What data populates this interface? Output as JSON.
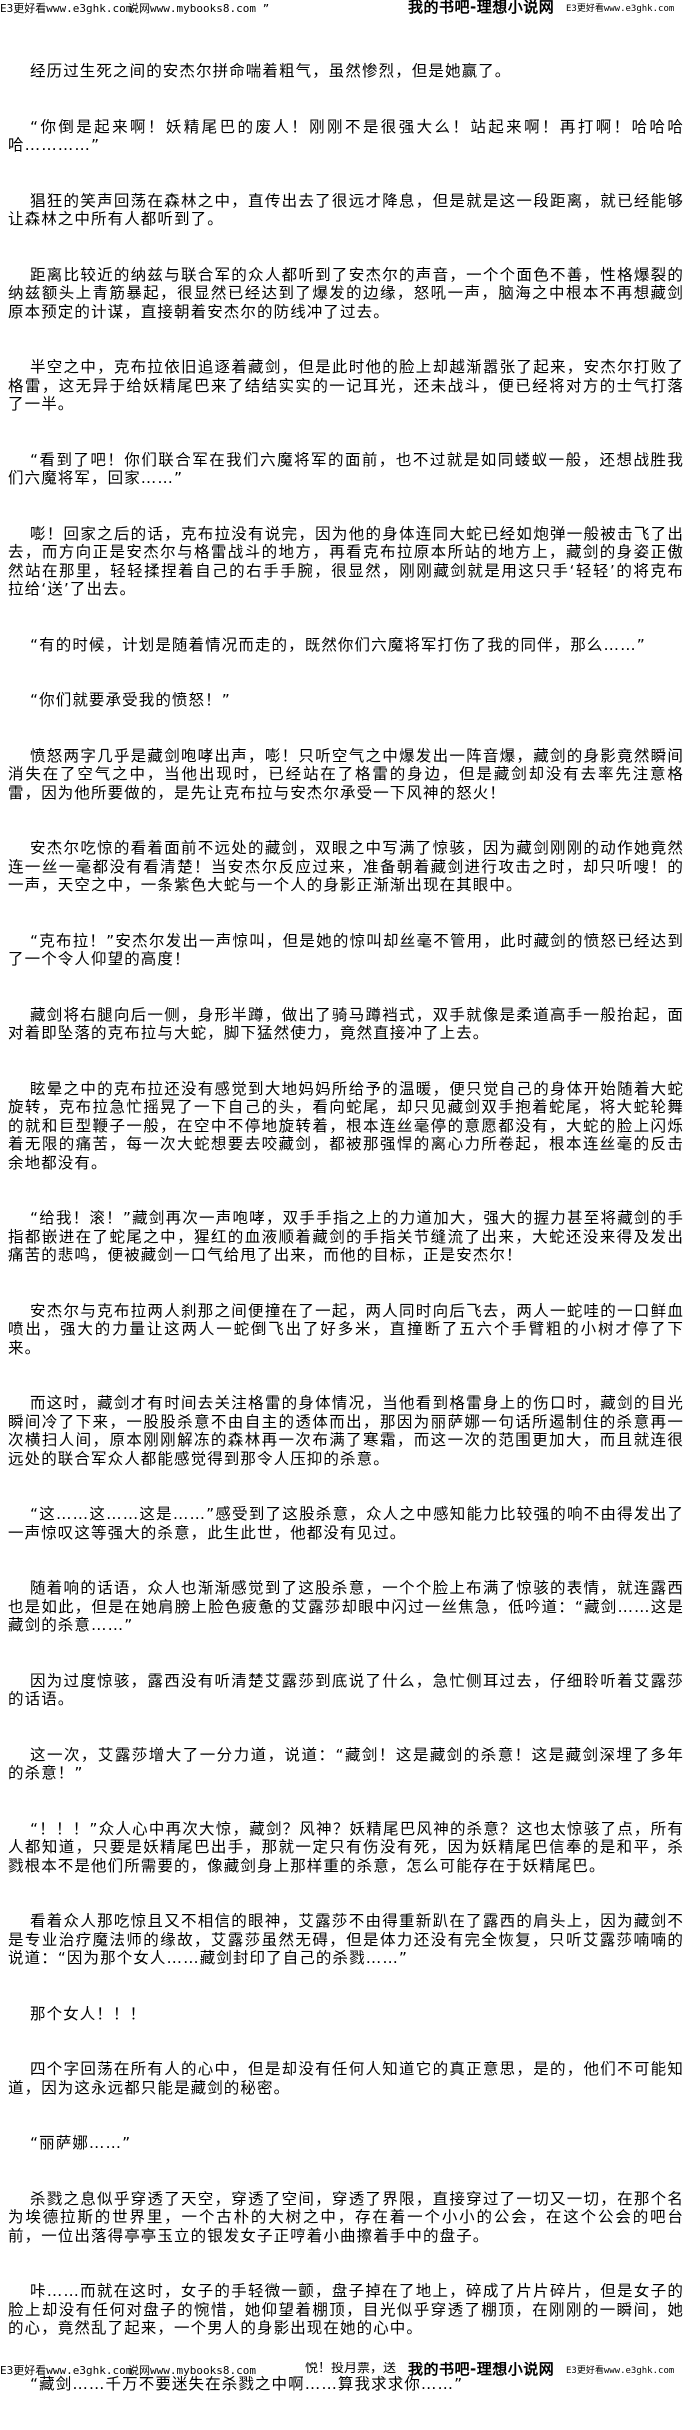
{
  "header": {
    "site_left": "E3更好看www.e3ghk.com",
    "site_mid": "说网www.mybooks8.com ”",
    "site_logo": "我的书吧-理想小说网",
    "site_right": "E3更好看www.e3ghk.com"
  },
  "paragraphs": [
    "经历过生死之间的安杰尔拼命喘着粗气，虽然惨烈，但是她赢了。",
    "“你倒是起来啊！妖精尾巴的废人！刚刚不是很强大么！站起来啊！再打啊！哈哈哈哈…………”",
    "猖狂的笑声回荡在森林之中，直传出去了很远才降息，但是就是这一段距离，就已经能够让森林之中所有人都听到了。",
    "距离比较近的纳兹与联合军的众人都听到了安杰尔的声音，一个个面色不善，性格爆裂的纳兹额头上青筋暴起，很显然已经达到了爆发的边缘，怒吼一声，脑海之中根本不再想藏剑原本预定的计谋，直接朝着安杰尔的防线冲了过去。",
    "半空之中，克布拉依旧追逐着藏剑，但是此时他的脸上却越渐嚣张了起来，安杰尔打败了格雷，这无异于给妖精尾巴来了结结实实的一记耳光，还未战斗，便已经将对方的士气打落了一半。",
    "“看到了吧！你们联合军在我们六魔将军的面前，也不过就是如同蝼蚁一般，还想战胜我们六魔将军，回家……”",
    "嘭！回家之后的话，克布拉没有说完，因为他的身体连同大蛇已经如炮弹一般被击飞了出去，而方向正是安杰尔与格雷战斗的地方，再看克布拉原本所站的地方上，藏剑的身姿正傲然站在那里，轻轻揉捏着自己的右手手腕，很显然，刚刚藏剑就是用这只手‘轻轻’的将克布拉给‘送’了出去。",
    "“有的时候，计划是随着情况而走的，既然你们六魔将军打伤了我的同伴，那么……”",
    "“你们就要承受我的愤怒！”",
    "愤怒两字几乎是藏剑咆哮出声，嘭！只听空气之中爆发出一阵音爆，藏剑的身影竟然瞬间消失在了空气之中，当他出现时，已经站在了格雷的身边，但是藏剑却没有去率先注意格雷，因为他所要做的，是先让克布拉与安杰尔承受一下风神的怒火！",
    "安杰尔吃惊的看着面前不远处的藏剑，双眼之中写满了惊骇，因为藏剑刚刚的动作她竟然连一丝一毫都没有看清楚！当安杰尔反应过来，准备朝着藏剑进行攻击之时，却只听嗖！的一声，天空之中，一条紫色大蛇与一个人的身影正渐渐出现在其眼中。",
    "“克布拉！”安杰尔发出一声惊叫，但是她的惊叫却丝毫不管用，此时藏剑的愤怒已经达到了一个令人仰望的高度！",
    "藏剑将右腿向后一侧，身形半蹲，做出了骑马蹲裆式，双手就像是柔道高手一般抬起，面对着即坠落的克布拉与大蛇，脚下猛然使力，竟然直接冲了上去。",
    "眩晕之中的克布拉还没有感觉到大地妈妈所给予的温暖，便只觉自己的身体开始随着大蛇旋转，克布拉急忙摇晃了一下自己的头，看向蛇尾，却只见藏剑双手抱着蛇尾，将大蛇轮舞的就和巨型鞭子一般，在空中不停地旋转着，根本连丝毫停的意愿都没有，大蛇的脸上闪烁着无限的痛苦，每一次大蛇想要去咬藏剑，都被那强悍的离心力所卷起，根本连丝毫的反击余地都没有。",
    "“给我！滚！”藏剑再次一声咆哮，双手手指之上的力道加大，强大的握力甚至将藏剑的手指都嵌进在了蛇尾之中，猩红的血液顺着藏剑的手指关节缝流了出来，大蛇还没来得及发出痛苦的悲鸣，便被藏剑一口气给甩了出来，而他的目标，正是安杰尔！",
    "安杰尔与克布拉两人刹那之间便撞在了一起，两人同时向后飞去，两人一蛇哇的一口鲜血喷出，强大的力量让这两人一蛇倒飞出了好多米，直撞断了五六个手臂粗的小树才停了下来。",
    "而这时，藏剑才有时间去关注格雷的身体情况，当他看到格雷身上的伤口时，藏剑的目光瞬间冷了下来，一股股杀意不由自主的透体而出，那因为丽萨娜一句话所遏制住的杀意再一次横扫人间，原本刚刚解冻的森林再一次布满了寒霜，而这一次的范围更加大，而且就连很远处的联合军众人都能感觉得到那令人压抑的杀意。",
    "“这……这……这是……”感受到了这股杀意，众人之中感知能力比较强的响不由得发出了一声惊叹这等强大的杀意，此生此世，他都没有见过。",
    "随着响的话语，众人也渐渐感觉到了这股杀意，一个个脸上布满了惊骇的表情，就连露西也是如此，但是在她肩膀上脸色疲惫的艾露莎却眼中闪过一丝焦急，低吟道：“藏剑……这是藏剑的杀意……”",
    "因为过度惊骇，露西没有听清楚艾露莎到底说了什么，急忙侧耳过去，仔细聆听着艾露莎的话语。",
    "这一次，艾露莎增大了一分力道，说道：“藏剑！这是藏剑的杀意！这是藏剑深埋了多年的杀意！”",
    "“！！！”众人心中再次大惊，藏剑？风神？妖精尾巴风神的杀意？这也太惊骇了点，所有人都知道，只要是妖精尾巴出手，那就一定只有伤没有死，因为妖精尾巴信奉的是和平，杀戮根本不是他们所需要的，像藏剑身上那样重的杀意，怎么可能存在于妖精尾巴。",
    "看着众人那吃惊且又不相信的眼神，艾露莎不由得重新趴在了露西的肩头上，因为藏剑不是专业治疗魔法师的缘故，艾露莎虽然无碍，但是体力还没有完全恢复，只听艾露莎喃喃的说道：“因为那个女人……藏剑封印了自己的杀戮……”",
    "那个女人！！！",
    "四个字回荡在所有人的心中，但是却没有任何人知道它的真正意思，是的，他们不可能知道，因为这永远都只能是藏剑的秘密。",
    "“丽萨娜……”",
    "杀戮之息似乎穿透了天空，穿透了空间，穿透了界限，直接穿过了一切又一切，在那个名为埃德拉斯的世界里，一个古朴的大树之中，存在着一个小小的公会，在这个公会的吧台前，一位出落得亭亭玉立的银发女子正哼着小曲擦着手中的盘子。",
    "咔……而就在这时，女子的手轻微一颤，盘子掉在了地上，碎成了片片碎片，但是女子的脸上却没有任何对盘子的惋惜，她仰望着棚顶，目光似乎穿透了棚顶，在刚刚的一瞬间，她的心，竟然乱了起来，一个男人的身影出现在她的心中。",
    "“藏剑……千万不要迷失在杀戮之中啊……算我求求你……”"
  ],
  "footer": {
    "site_left": "E3更好看www.e3ghk.com",
    "site_mid": "说网www.mybooks8.com",
    "promo": "悦！投月票，送",
    "site_logo": "我的书吧-理想小说网",
    "site_right": "E3更好看www.e3ghk.com"
  }
}
